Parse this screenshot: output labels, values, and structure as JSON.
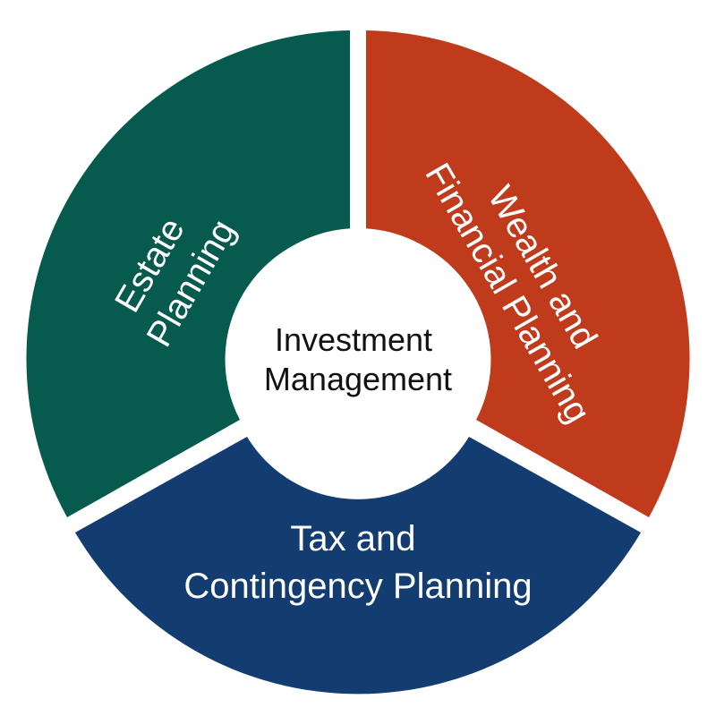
{
  "diagram": {
    "center_label": [
      "Investment",
      "Management"
    ],
    "segments": [
      {
        "id": "estate",
        "label_lines": [
          "Estate",
          "Planning"
        ],
        "color": "#065a4e"
      },
      {
        "id": "wealth",
        "label_lines": [
          "Wealth and",
          "Financial Planning"
        ],
        "color": "#c03a1c"
      },
      {
        "id": "tax",
        "label_lines": [
          "Tax and",
          "Contingency Planning"
        ],
        "color": "#133c70"
      }
    ],
    "background": "#ffffff",
    "center_fill": "#ffffff",
    "center_text_color": "#111111"
  }
}
